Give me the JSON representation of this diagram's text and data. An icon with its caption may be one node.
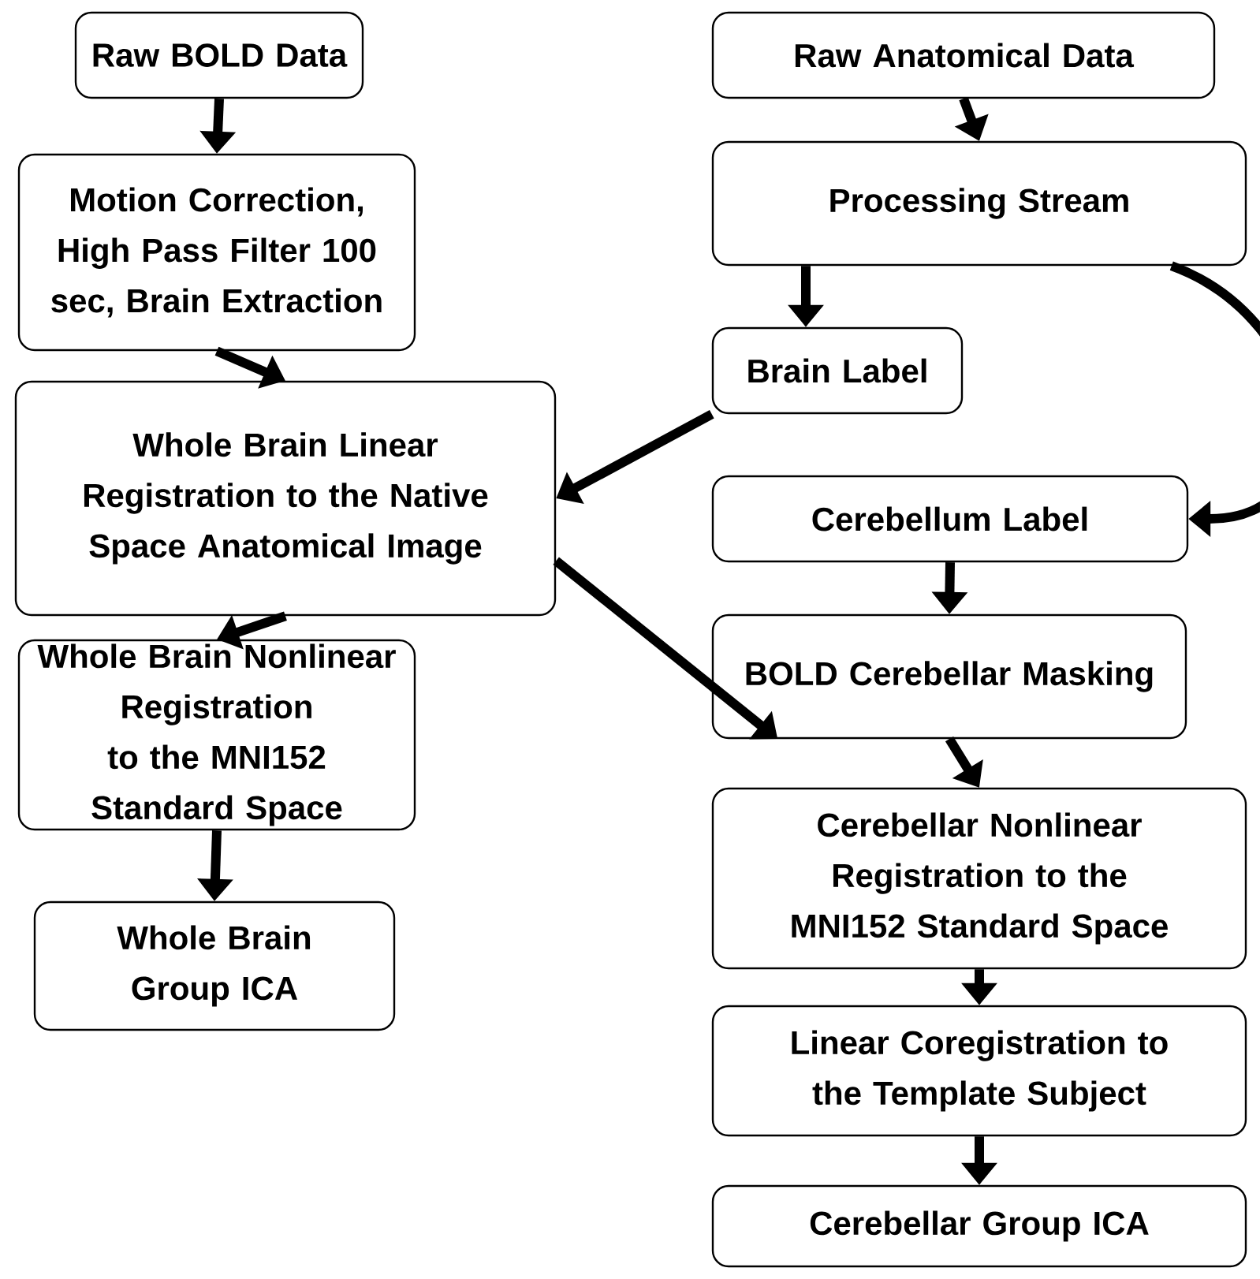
{
  "diagram": {
    "nodes": [
      {
        "text": [
          "Raw BOLD Data"
        ]
      },
      {
        "text": [
          "Motion Correction, High Pass Filter 100 sec, Brain Extraction"
        ]
      },
      {
        "text": [
          "Whole Brain Linear Registration to the Native Space Anatomical Image"
        ]
      },
      {
        "text": [
          "Whole Brain Nonlinear Registration to the MNI152 Standard Space"
        ]
      },
      {
        "text": [
          "Whole Brain Group ICA"
        ]
      },
      {
        "text": [
          "Raw Anatomical Data"
        ]
      },
      {
        "text": [
          "Processing Stream"
        ]
      },
      {
        "text": [
          "Brain Label"
        ]
      },
      {
        "text": [
          "Cerebellum Label"
        ]
      },
      {
        "text": [
          "BOLD Cerebellar Masking"
        ]
      },
      {
        "text": [
          "Cerebellar Nonlinear Registration to the MNI152 Standard Space"
        ]
      },
      {
        "text": [
          "Linear Coregistration to the Template Subject"
        ]
      },
      {
        "text": [
          "Cerebellar Group ICA"
        ]
      }
    ],
    "edges": [
      {
        "from": 0,
        "to": 1,
        "arrow": "to"
      },
      {
        "from": 1,
        "to": 2,
        "arrow": "to"
      },
      {
        "from": 2,
        "to": 3,
        "arrow": "to"
      },
      {
        "from": 3,
        "to": 4,
        "arrow": "to"
      },
      {
        "from": 5,
        "to": 6,
        "arrow": "to"
      },
      {
        "from": 6,
        "to": 7,
        "arrow": "to"
      },
      {
        "from": 6,
        "to": 8,
        "arrow": "to"
      },
      {
        "from": 7,
        "to": 2,
        "arrow": "to"
      },
      {
        "from": 8,
        "to": 9,
        "arrow": "to"
      },
      {
        "from": 2,
        "to": 9,
        "arrow": "to"
      },
      {
        "from": 9,
        "to": 10,
        "arrow": "to"
      },
      {
        "from": 10,
        "to": 11,
        "arrow": "to"
      },
      {
        "from": 11,
        "to": 12,
        "arrow": "to"
      }
    ]
  }
}
